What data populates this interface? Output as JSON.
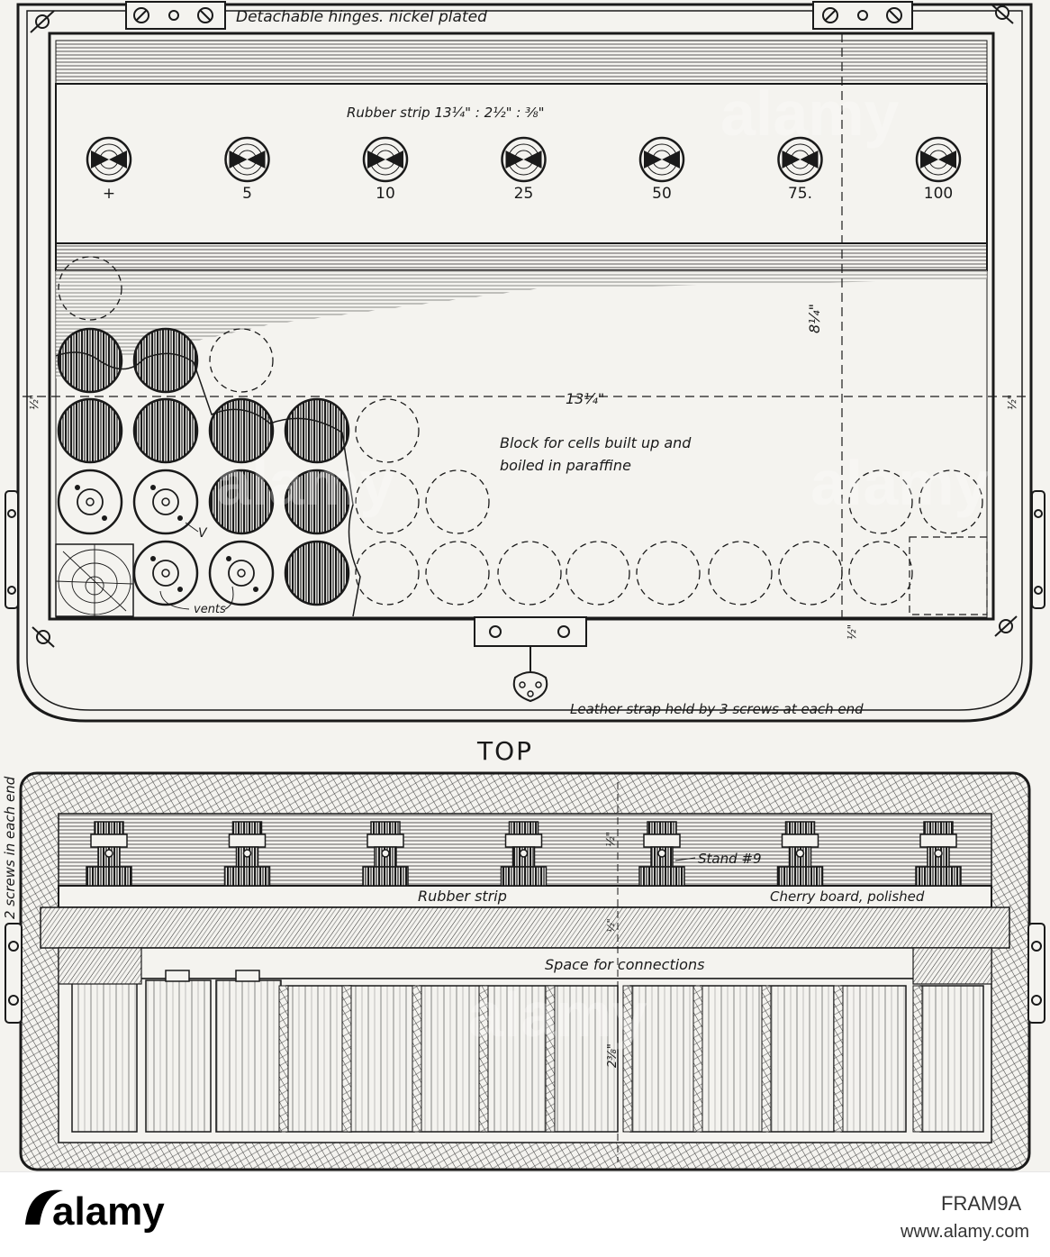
{
  "diagram": {
    "header_label": "Detachable hinges. nickel plated",
    "rubber_strip_dims": "Rubber strip 13¼\" : 2½\" : ⅜\"",
    "terminals": [
      "+",
      "5",
      "10",
      "25",
      "50",
      "75.",
      "100"
    ],
    "dim_width": "13¼\"",
    "dim_height": "8¼\"",
    "dim_margin_left": "½\"",
    "dim_margin_right": "½\"",
    "dim_margin_bottom": "½\"",
    "block_note_line1": "Block for cells built up and",
    "block_note_line2": "boiled in paraffine",
    "vent_label_v": "V",
    "vents_label": "vents",
    "strap_label": "Leather strap held by 3 screws at each end",
    "view_title": "TOP",
    "side_note": "2 screws in each end",
    "stand_label": "Stand #9",
    "rubber_strip_label": "Rubber strip",
    "cherry_label": "Cherry board, polished",
    "connections_label": "Space for connections",
    "dim_section_top": "½\"",
    "dim_section_mid": "½\"",
    "dim_section_cells": "2⅜\""
  },
  "watermark": {
    "text": "alamy"
  },
  "footer": {
    "logo": "alamy",
    "image_id": "FRAM9A",
    "site": "www.alamy.com"
  }
}
